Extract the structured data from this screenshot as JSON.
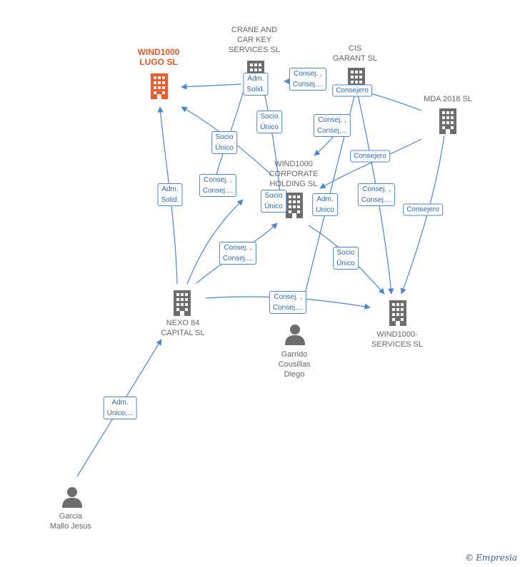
{
  "colors": {
    "edge": "#4a86d4",
    "node": "#6d6d6d",
    "focus": "#f05a28"
  },
  "nodes": [
    {
      "id": "wind1000-lugo",
      "label": "WIND1000\nLUGO  SL",
      "type": "company",
      "focus": true
    },
    {
      "id": "crane",
      "label": "CRANE AND\nCAR KEY\nSERVICES  SL",
      "type": "company"
    },
    {
      "id": "cis-garant",
      "label": "CIS\nGARANT  SL",
      "type": "company"
    },
    {
      "id": "mda-2018",
      "label": "MDA 2018  SL",
      "type": "company"
    },
    {
      "id": "wind1000-corporate",
      "label": "WIND1000\nCORPORATE\nHOLDING  SL",
      "type": "company"
    },
    {
      "id": "nexo-84",
      "label": "NEXO 84\nCAPITAL  SL",
      "type": "company"
    },
    {
      "id": "wind1000-services",
      "label": "WIND1000-\nSERVICES SL",
      "type": "company"
    },
    {
      "id": "garrido",
      "label": "Garrido\nCousillas\nDiego",
      "type": "person"
    },
    {
      "id": "garcia",
      "label": "Garcia\nMallo Jesus",
      "type": "person"
    }
  ],
  "edge_labels": [
    "Adm.\nSolid.",
    "Consej. ,\nConsej....",
    "Consejero",
    "Socio\nÚnico",
    "Consej. ,\nConsej....",
    "Socio\nÚnico",
    "Consejero",
    "Adm.\nSolid.",
    "Consej. ,\nConsej....",
    "Socio\nÚnico",
    "Adm.\nUnico",
    "Consej. ,\nConsej....",
    "Consejero",
    "Consej. ,\nConsej....",
    "Socio\nÚnico",
    "Consej. ,\nConsej....",
    "Adm.\nUnico,..."
  ],
  "footer": {
    "copyright_symbol": "©",
    "brand": "Empresia"
  }
}
